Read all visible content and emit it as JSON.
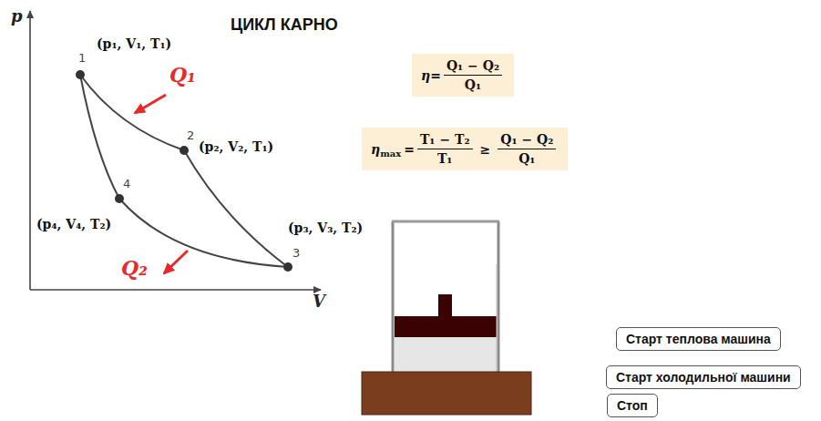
{
  "diagram": {
    "title": "ЦИКЛ КАРНО",
    "nodes": [
      {
        "text": [
          "η=",
          "Q₁ − Q₂",
          "Q₁"
        ]
      },
      {
        "text": [
          "η",
          "max",
          "=",
          "T₁ − T₂",
          "T₁",
          "≥",
          "Q₁ − Q₂",
          "Q₁"
        ]
      },
      {
        "text": [
          "Старт теплова машина"
        ]
      },
      {
        "text": [
          "Старт холодильної машини"
        ]
      },
      {
        "text": [
          "Стоп"
        ]
      }
    ],
    "labels": [
      "p",
      "V",
      "1",
      "(p₁, V₁, T₁)",
      "2",
      "(p₂, V₂, T₁)",
      "4",
      "(p₄, V₄, T₂)",
      "3",
      "(p₃, V₃, T₂)",
      "Q₁",
      "Q₂"
    ]
  }
}
